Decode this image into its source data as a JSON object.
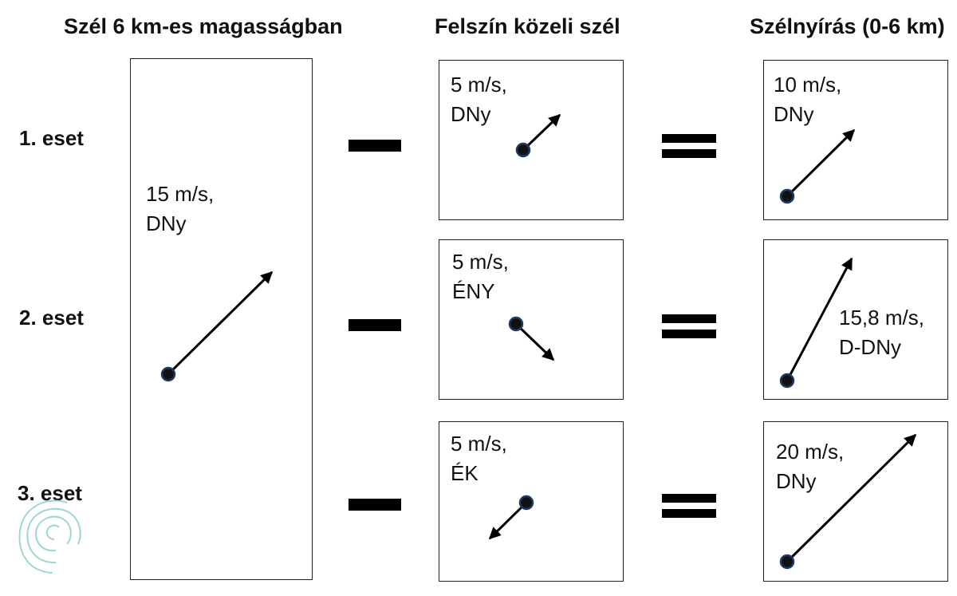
{
  "headers": {
    "col1": "Szél 6 km-es magasságban",
    "col2": "Felszín közeli szél",
    "col3": "Szélnyírás (0-6 km)"
  },
  "rows": [
    {
      "label": "1. eset"
    },
    {
      "label": "2. eset"
    },
    {
      "label": "3. eset"
    }
  ],
  "upper_wind": {
    "speed": "15 m/s,",
    "direction": "DNy"
  },
  "surface_winds": [
    {
      "speed": "5 m/s,",
      "direction": "DNy"
    },
    {
      "speed": "5 m/s,",
      "direction": "ÉNY"
    },
    {
      "speed": "5 m/s,",
      "direction": "ÉK"
    }
  ],
  "shear": [
    {
      "speed": "10 m/s,",
      "direction": "DNy"
    },
    {
      "speed": "15,8 m/s,",
      "direction": "D-DNy"
    },
    {
      "speed": "20 m/s,",
      "direction": "DNy"
    }
  ],
  "colors": {
    "line": "#000000",
    "dot_fill": "#111111",
    "dot_stroke": "#1f3a64"
  },
  "icons": {
    "logo": "spiral-logo-icon"
  }
}
